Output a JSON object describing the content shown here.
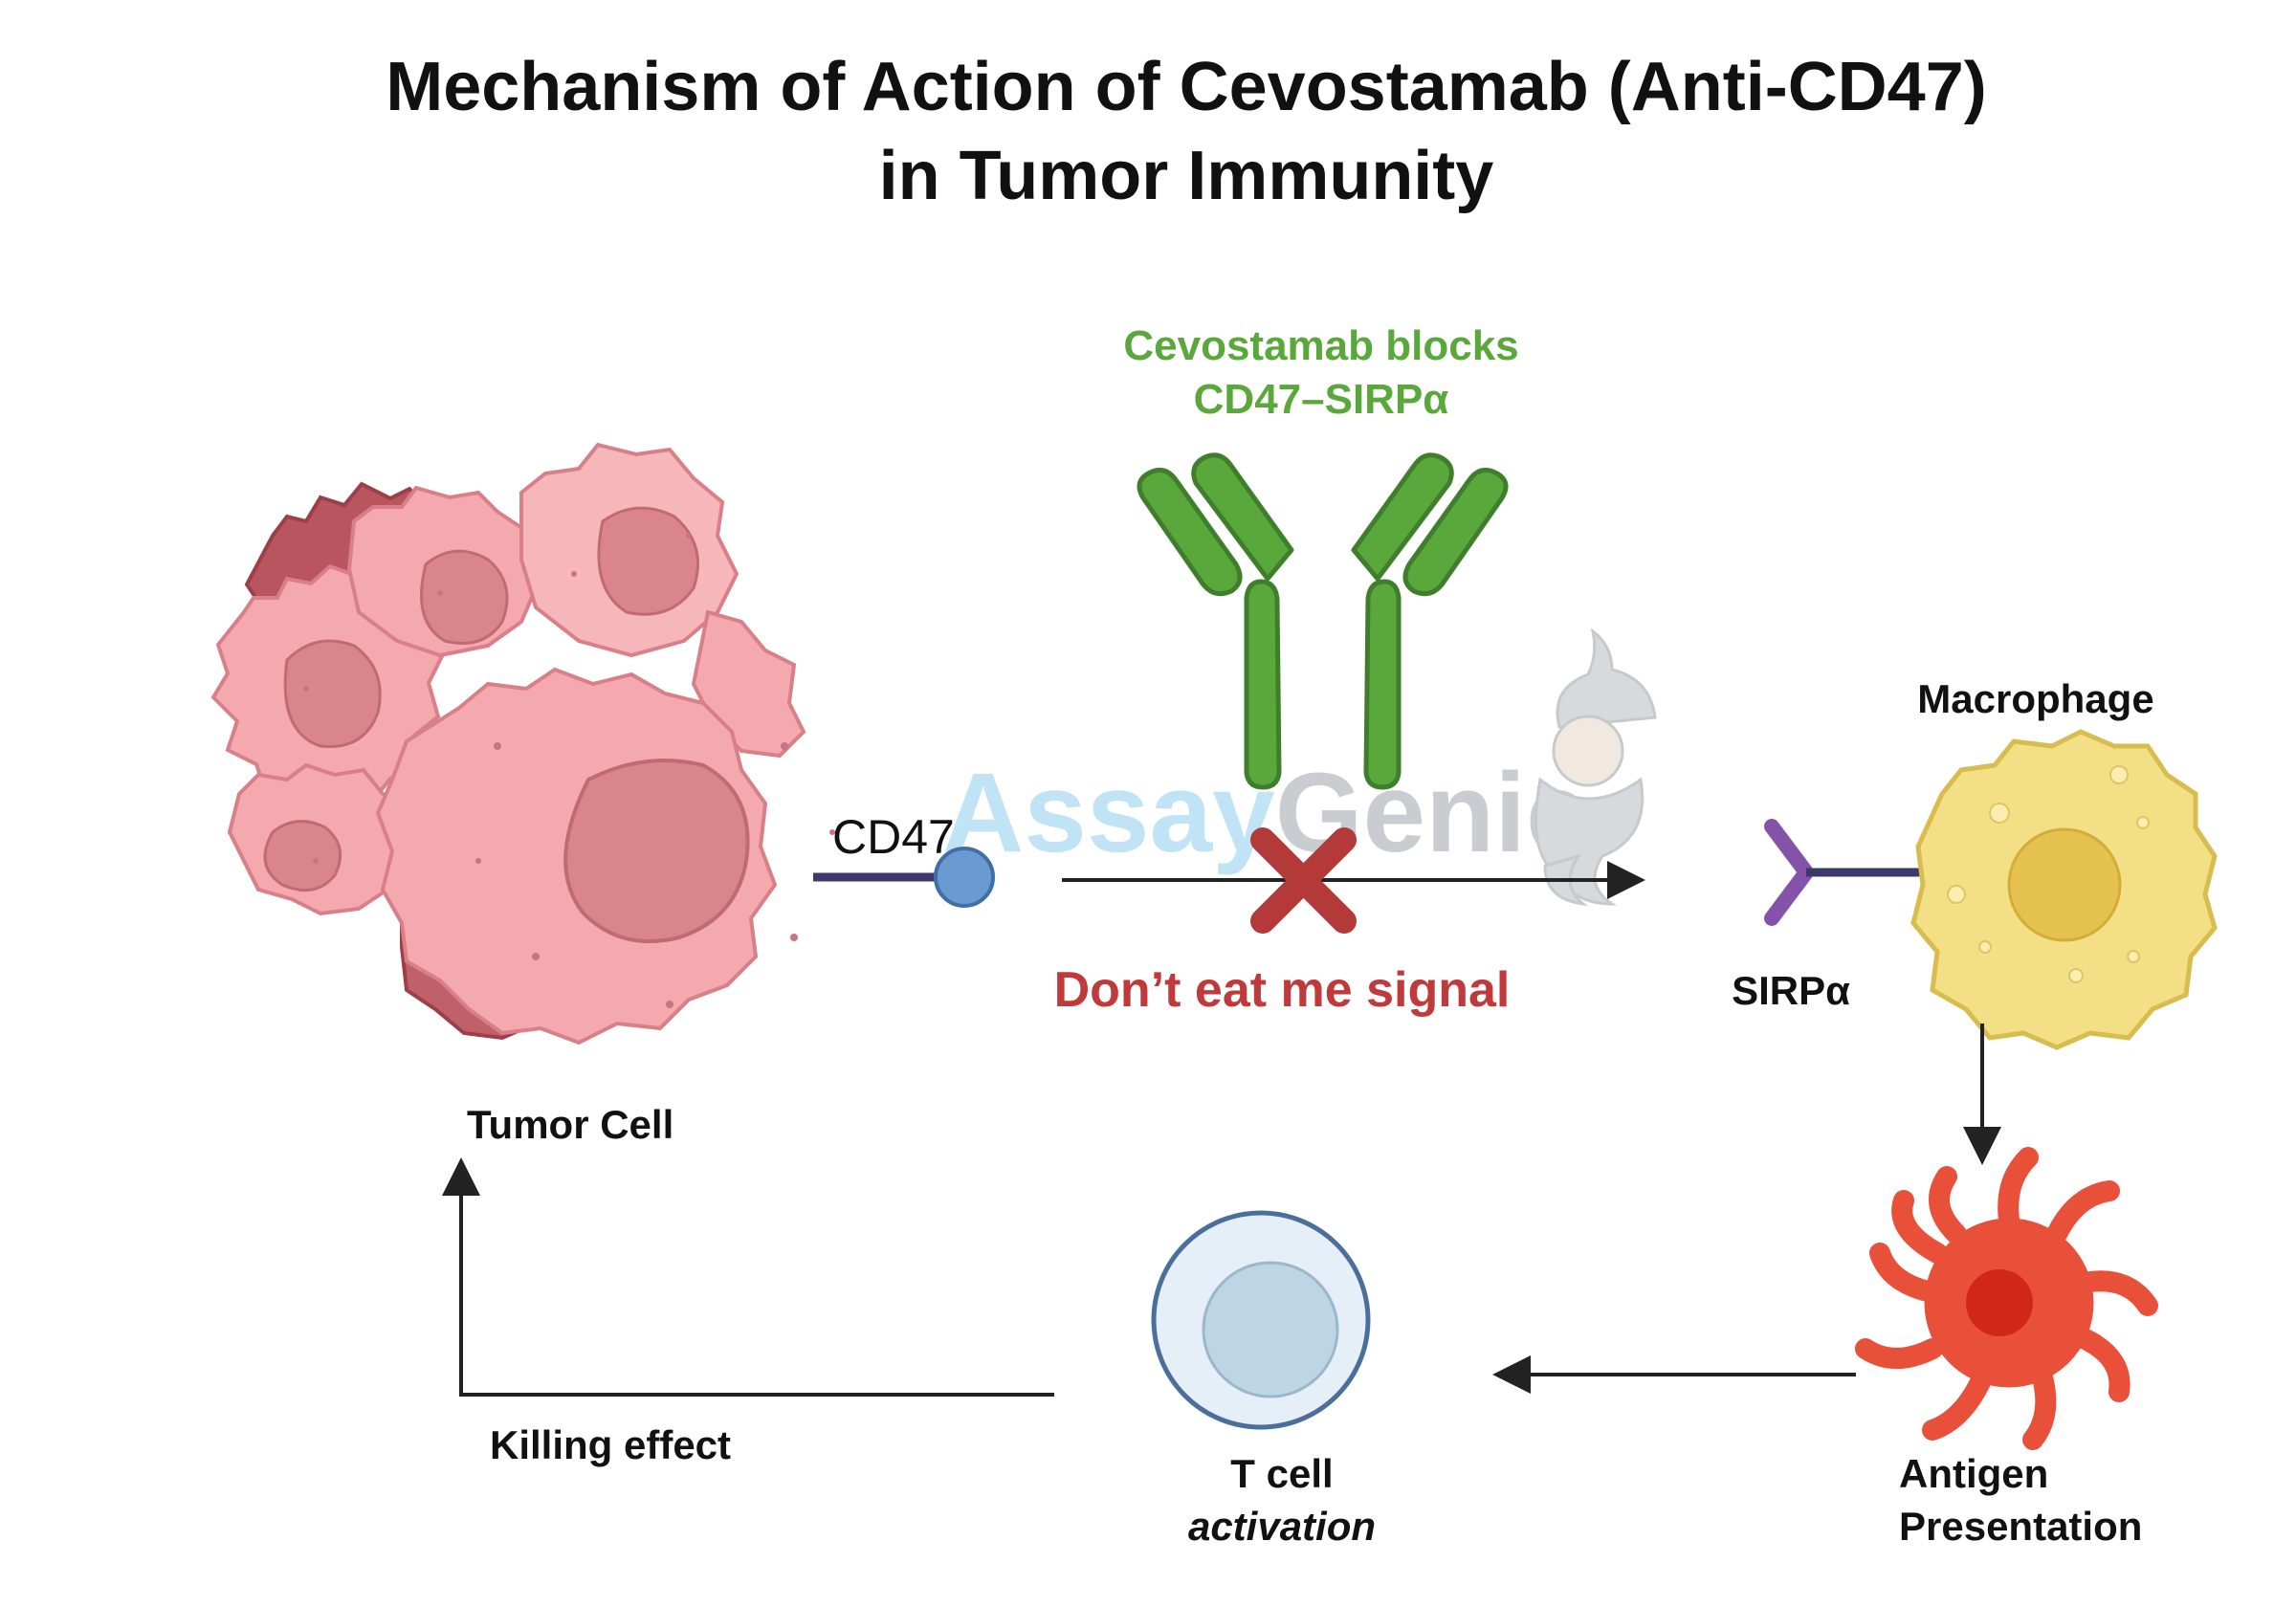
{
  "title": {
    "line1": "Mechanism of Action of Cevostamab (Anti-CD47)",
    "line2": "in Tumor Immunity"
  },
  "antibody": {
    "label_line1": "Cevostamab blocks",
    "label_line2": "CD47–SIRPα",
    "color": "#5aa83c"
  },
  "tumor": {
    "label": "Tumor Cell",
    "receptor_label": "CD47",
    "color": "#f4a9ae"
  },
  "signal": {
    "label": "Don’t eat me signal",
    "color": "#c0393b"
  },
  "macrophage": {
    "label": "Macrophage",
    "receptor_label": "SIRPα",
    "color": "#f3df86"
  },
  "antigen": {
    "label_line1": "Antigen",
    "label_line2": "Presentation",
    "color": "#e8503a"
  },
  "tcell": {
    "label_line1": "T cell",
    "label_line2": "activation",
    "color": "#bcd6e6"
  },
  "killing": {
    "label": "Killing effect"
  },
  "watermark": {
    "brand_part1": "Assay",
    "brand_part2": "Genie"
  }
}
